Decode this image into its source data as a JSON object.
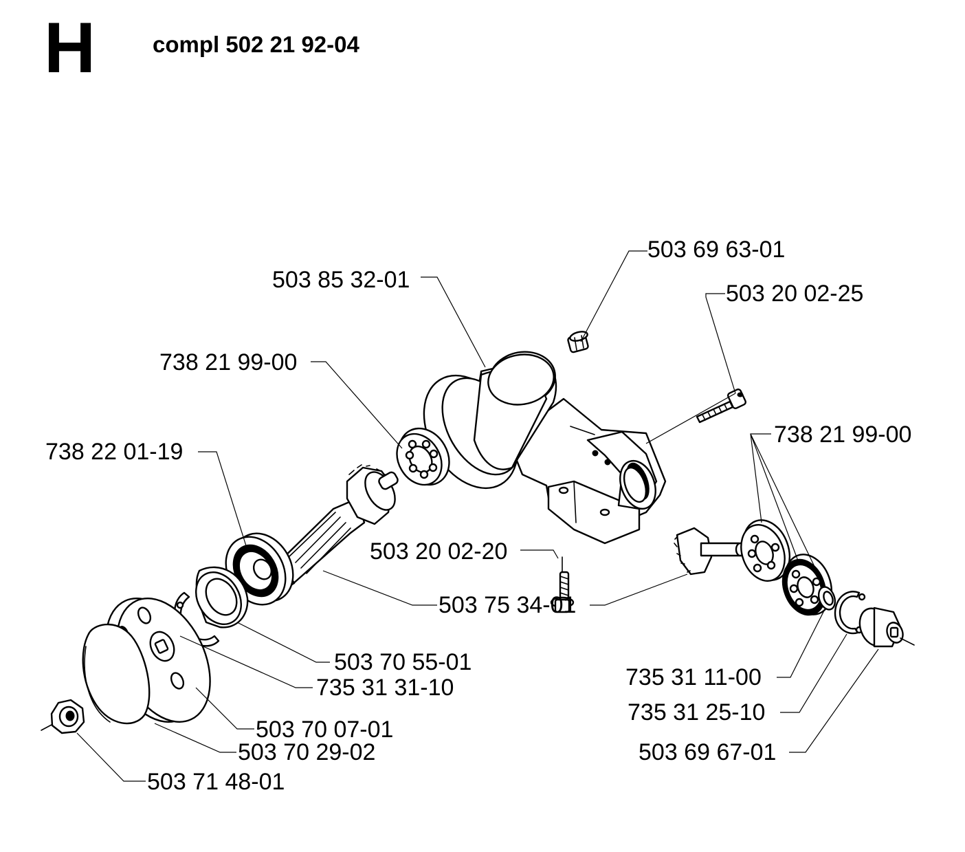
{
  "header": {
    "section_letter": "H",
    "assembly": "compl 502 21 92-04"
  },
  "parts": [
    {
      "id": "p1",
      "number": "503 69 63-01",
      "icon": "plug-screw-icon"
    },
    {
      "id": "p2",
      "number": "503 85 32-01",
      "icon": "gear-housing-icon"
    },
    {
      "id": "p3",
      "number": "503 20 02-25",
      "icon": "clamp-screw-icon"
    },
    {
      "id": "p4",
      "number": "738 21 99-00",
      "icon": "ball-bearing-icon"
    },
    {
      "id": "p5",
      "number": "738 21 99-00",
      "icon": "ball-bearing-pair-icon"
    },
    {
      "id": "p6",
      "number": "738 22 01-19",
      "icon": "sealed-bearing-icon"
    },
    {
      "id": "p7",
      "number": "503 20 02-20",
      "icon": "flange-screw-icon"
    },
    {
      "id": "p8",
      "number": "503 75 34-01",
      "icon": "gear-shaft-icon"
    },
    {
      "id": "p9",
      "number": "503 70 55-01",
      "icon": "spacer-ring-icon"
    },
    {
      "id": "p10",
      "number": "735 31 31-10",
      "icon": "circlip-icon"
    },
    {
      "id": "p11",
      "number": "735 31 11-00",
      "icon": "small-circlip-icon"
    },
    {
      "id": "p12",
      "number": "735 31 25-10",
      "icon": "retaining-ring-icon"
    },
    {
      "id": "p13",
      "number": "503 70 07-01",
      "icon": "drive-disc-icon"
    },
    {
      "id": "p14",
      "number": "503 70 29-02",
      "icon": "support-cup-icon"
    },
    {
      "id": "p15",
      "number": "503 69 67-01",
      "icon": "shaft-collar-icon"
    },
    {
      "id": "p16",
      "number": "503 71 48-01",
      "icon": "lock-nut-icon"
    }
  ]
}
